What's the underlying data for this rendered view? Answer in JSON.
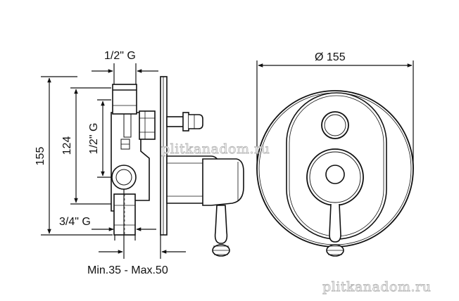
{
  "labels": {
    "side_inlet_top": "1/2\" G",
    "side_height_total": "155",
    "side_height_inner": "124",
    "side_outlet_vertical": "1/2\" G",
    "side_inlet_bottom": "3/4\" G",
    "wall_depth": "Min.35 - Max.50",
    "front_diameter": "Ø 155"
  },
  "watermarks": {
    "center": "plitkanadom.ru",
    "corner": "plitkanadom.ru"
  }
}
